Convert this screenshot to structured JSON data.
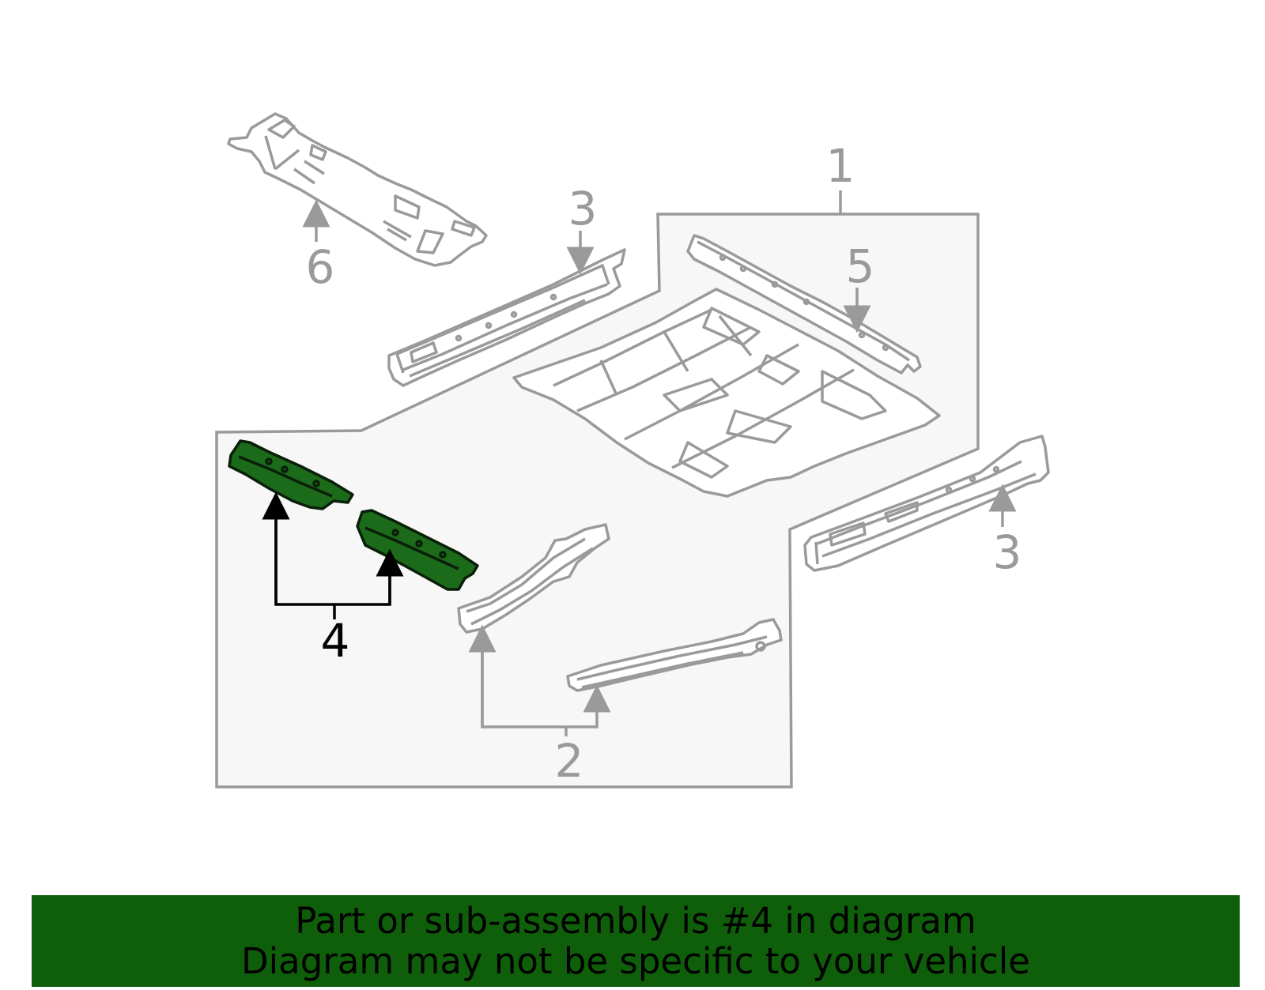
{
  "colors": {
    "outline": "#9a9a9a",
    "panel_fill": "#f7f7f7",
    "highlight_fill": "#1b6b1b",
    "highlight_stroke": "#0a1f0a",
    "highlight_leader": "#000000",
    "banner_background": "#0f5f0a",
    "banner_text": "#000000"
  },
  "callouts": {
    "c1": "1",
    "c2": "2",
    "c3_upper": "3",
    "c3_lower": "3",
    "c4": "4",
    "c5": "5",
    "c6": "6"
  },
  "highlighted_part": "4",
  "banner": {
    "line1": "Part or sub-assembly is #4 in diagram",
    "line2": "Diagram may not be specific to your vehicle"
  }
}
